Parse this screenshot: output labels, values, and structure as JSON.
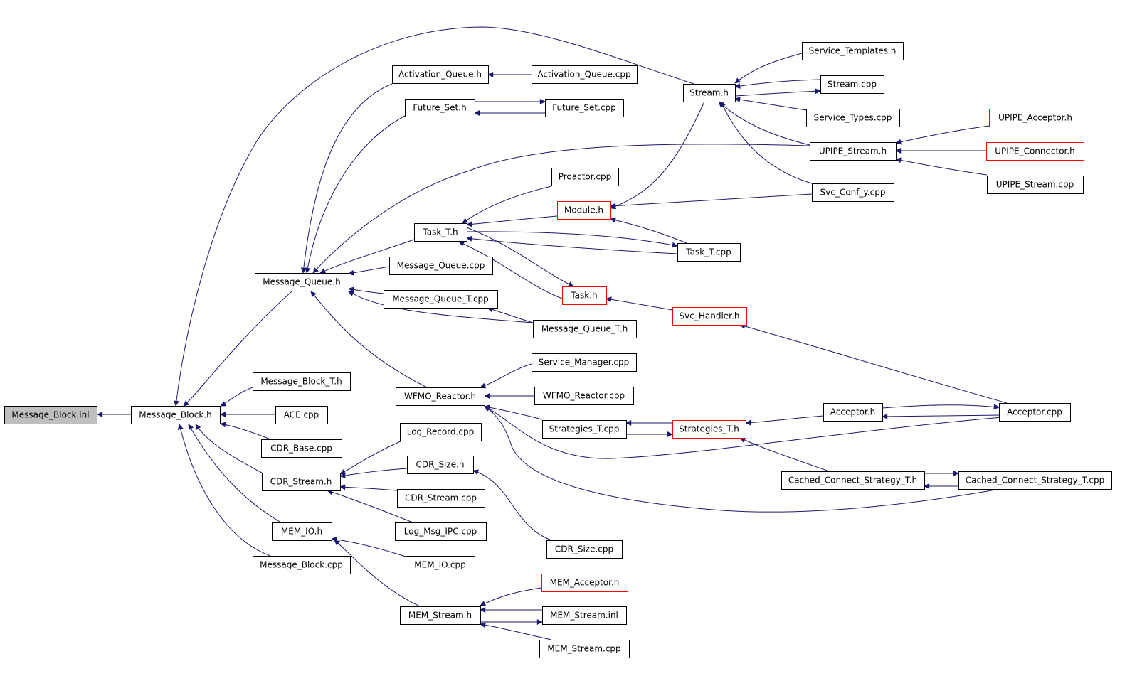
{
  "graph": {
    "colors": {
      "edge": "#191970",
      "node_border": "#000000",
      "node_border_truncated": "#ff0000",
      "node_fill": "#ffffff",
      "root_fill": "#bfbfbf"
    },
    "nodes": [
      {
        "id": "message_block_inl",
        "label": "Message_Block.inl",
        "style": "root"
      },
      {
        "id": "message_block_h",
        "label": "Message_Block.h",
        "style": "normal"
      },
      {
        "id": "message_queue_h",
        "label": "Message_Queue.h",
        "style": "normal"
      },
      {
        "id": "message_block_t_h",
        "label": "Message_Block_T.h",
        "style": "normal"
      },
      {
        "id": "ace_cpp",
        "label": "ACE.cpp",
        "style": "normal"
      },
      {
        "id": "cdr_base_cpp",
        "label": "CDR_Base.cpp",
        "style": "normal"
      },
      {
        "id": "cdr_stream_h",
        "label": "CDR_Stream.h",
        "style": "normal"
      },
      {
        "id": "mem_io_h",
        "label": "MEM_IO.h",
        "style": "normal"
      },
      {
        "id": "message_block_cpp",
        "label": "Message_Block.cpp",
        "style": "normal"
      },
      {
        "id": "activation_queue_h",
        "label": "Activation_Queue.h",
        "style": "normal"
      },
      {
        "id": "future_set_h",
        "label": "Future_Set.h",
        "style": "normal"
      },
      {
        "id": "task_t_h",
        "label": "Task_T.h",
        "style": "normal"
      },
      {
        "id": "message_queue_cpp",
        "label": "Message_Queue.cpp",
        "style": "normal"
      },
      {
        "id": "message_queue_t_cpp",
        "label": "Message_Queue_T.cpp",
        "style": "normal"
      },
      {
        "id": "message_queue_t_h",
        "label": "Message_Queue_T.h",
        "style": "normal"
      },
      {
        "id": "wfmo_reactor_h",
        "label": "WFMO_Reactor.h",
        "style": "normal"
      },
      {
        "id": "log_record_cpp",
        "label": "Log_Record.cpp",
        "style": "normal"
      },
      {
        "id": "cdr_size_h",
        "label": "CDR_Size.h",
        "style": "normal"
      },
      {
        "id": "cdr_stream_cpp",
        "label": "CDR_Stream.cpp",
        "style": "normal"
      },
      {
        "id": "log_msg_ipc_cpp",
        "label": "Log_Msg_IPC.cpp",
        "style": "normal"
      },
      {
        "id": "mem_io_cpp",
        "label": "MEM_IO.cpp",
        "style": "normal"
      },
      {
        "id": "mem_stream_h",
        "label": "MEM_Stream.h",
        "style": "normal"
      },
      {
        "id": "activation_queue_cpp",
        "label": "Activation_Queue.cpp",
        "style": "normal"
      },
      {
        "id": "future_set_cpp",
        "label": "Future_Set.cpp",
        "style": "normal"
      },
      {
        "id": "proactor_cpp",
        "label": "Proactor.cpp",
        "style": "normal"
      },
      {
        "id": "module_h",
        "label": "Module.h",
        "style": "truncated"
      },
      {
        "id": "task_h",
        "label": "Task.h",
        "style": "truncated"
      },
      {
        "id": "service_manager_cpp",
        "label": "Service_Manager.cpp",
        "style": "normal"
      },
      {
        "id": "wfmo_reactor_cpp",
        "label": "WFMO_Reactor.cpp",
        "style": "normal"
      },
      {
        "id": "strategies_t_cpp",
        "label": "Strategies_T.cpp",
        "style": "normal"
      },
      {
        "id": "cdr_size_cpp",
        "label": "CDR_Size.cpp",
        "style": "normal"
      },
      {
        "id": "mem_acceptor_h",
        "label": "MEM_Acceptor.h",
        "style": "truncated"
      },
      {
        "id": "mem_stream_inl",
        "label": "MEM_Stream.inl",
        "style": "normal"
      },
      {
        "id": "mem_stream_cpp",
        "label": "MEM_Stream.cpp",
        "style": "normal"
      },
      {
        "id": "stream_h",
        "label": "Stream.h",
        "style": "normal"
      },
      {
        "id": "task_t_cpp",
        "label": "Task_T.cpp",
        "style": "normal"
      },
      {
        "id": "svc_handler_h",
        "label": "Svc_Handler.h",
        "style": "truncated"
      },
      {
        "id": "strategies_t_h",
        "label": "Strategies_T.h",
        "style": "truncated"
      },
      {
        "id": "service_templates_h",
        "label": "Service_Templates.h",
        "style": "normal"
      },
      {
        "id": "stream_cpp",
        "label": "Stream.cpp",
        "style": "normal"
      },
      {
        "id": "service_types_cpp",
        "label": "Service_Types.cpp",
        "style": "normal"
      },
      {
        "id": "upipe_stream_h",
        "label": "UPIPE_Stream.h",
        "style": "normal"
      },
      {
        "id": "svc_conf_y_cpp",
        "label": "Svc_Conf_y.cpp",
        "style": "normal"
      },
      {
        "id": "acceptor_h",
        "label": "Acceptor.h",
        "style": "normal"
      },
      {
        "id": "cached_connect_strategy_t_h",
        "label": "Cached_Connect_Strategy_T.h",
        "style": "normal"
      },
      {
        "id": "upipe_acceptor_h",
        "label": "UPIPE_Acceptor.h",
        "style": "truncated"
      },
      {
        "id": "upipe_connector_h",
        "label": "UPIPE_Connector.h",
        "style": "truncated"
      },
      {
        "id": "upipe_stream_cpp",
        "label": "UPIPE_Stream.cpp",
        "style": "normal"
      },
      {
        "id": "acceptor_cpp",
        "label": "Acceptor.cpp",
        "style": "normal"
      },
      {
        "id": "cached_connect_strategy_t_cpp",
        "label": "Cached_Connect_Strategy_T.cpp",
        "style": "normal"
      }
    ],
    "edges": [
      {
        "from": "message_block_h",
        "to": "message_block_inl"
      },
      {
        "from": "message_queue_h",
        "to": "message_block_h"
      },
      {
        "from": "message_block_t_h",
        "to": "message_block_h"
      },
      {
        "from": "ace_cpp",
        "to": "message_block_h"
      },
      {
        "from": "cdr_base_cpp",
        "to": "message_block_h"
      },
      {
        "from": "cdr_stream_h",
        "to": "message_block_h"
      },
      {
        "from": "mem_io_h",
        "to": "message_block_h"
      },
      {
        "from": "message_block_cpp",
        "to": "message_block_h"
      },
      {
        "from": "stream_h",
        "to": "message_block_h"
      },
      {
        "from": "activation_queue_h",
        "to": "message_queue_h"
      },
      {
        "from": "future_set_h",
        "to": "message_queue_h"
      },
      {
        "from": "task_t_h",
        "to": "message_queue_h"
      },
      {
        "from": "upipe_stream_h",
        "to": "message_queue_h"
      },
      {
        "from": "message_queue_cpp",
        "to": "message_queue_h"
      },
      {
        "from": "message_queue_t_cpp",
        "to": "message_queue_h"
      },
      {
        "from": "message_queue_t_h",
        "to": "message_queue_h"
      },
      {
        "from": "wfmo_reactor_h",
        "to": "message_queue_h"
      },
      {
        "from": "activation_queue_cpp",
        "to": "activation_queue_h"
      },
      {
        "from": "future_set_cpp",
        "to": "future_set_h"
      },
      {
        "from": "future_set_h",
        "to": "future_set_cpp"
      },
      {
        "from": "proactor_cpp",
        "to": "task_t_h"
      },
      {
        "from": "module_h",
        "to": "task_t_h"
      },
      {
        "from": "task_t_cpp",
        "to": "task_t_h"
      },
      {
        "from": "task_t_h",
        "to": "task_t_cpp"
      },
      {
        "from": "task_h",
        "to": "task_t_h"
      },
      {
        "from": "task_t_h",
        "to": "task_h"
      },
      {
        "from": "message_queue_t_h",
        "to": "message_queue_t_cpp"
      },
      {
        "from": "svc_handler_h",
        "to": "task_h"
      },
      {
        "from": "stream_h",
        "to": "module_h"
      },
      {
        "from": "svc_conf_y_cpp",
        "to": "module_h"
      },
      {
        "from": "task_t_cpp",
        "to": "module_h"
      },
      {
        "from": "service_templates_h",
        "to": "stream_h"
      },
      {
        "from": "stream_cpp",
        "to": "stream_h"
      },
      {
        "from": "stream_h",
        "to": "stream_cpp"
      },
      {
        "from": "service_types_cpp",
        "to": "stream_h"
      },
      {
        "from": "upipe_stream_h",
        "to": "stream_h"
      },
      {
        "from": "svc_conf_y_cpp",
        "to": "stream_h"
      },
      {
        "from": "upipe_acceptor_h",
        "to": "upipe_stream_h"
      },
      {
        "from": "upipe_connector_h",
        "to": "upipe_stream_h"
      },
      {
        "from": "upipe_stream_cpp",
        "to": "upipe_stream_h"
      },
      {
        "from": "acceptor_cpp",
        "to": "svc_handler_h"
      },
      {
        "from": "service_manager_cpp",
        "to": "wfmo_reactor_h"
      },
      {
        "from": "wfmo_reactor_cpp",
        "to": "wfmo_reactor_h"
      },
      {
        "from": "strategies_t_cpp",
        "to": "wfmo_reactor_h"
      },
      {
        "from": "acceptor_cpp",
        "to": "wfmo_reactor_h"
      },
      {
        "from": "cached_connect_strategy_t_cpp",
        "to": "wfmo_reactor_h"
      },
      {
        "from": "strategies_t_h",
        "to": "strategies_t_cpp"
      },
      {
        "from": "strategies_t_cpp",
        "to": "strategies_t_h"
      },
      {
        "from": "acceptor_h",
        "to": "strategies_t_h"
      },
      {
        "from": "cached_connect_strategy_t_h",
        "to": "strategies_t_h"
      },
      {
        "from": "acceptor_cpp",
        "to": "acceptor_h"
      },
      {
        "from": "acceptor_h",
        "to": "acceptor_cpp"
      },
      {
        "from": "cached_connect_strategy_t_cpp",
        "to": "cached_connect_strategy_t_h"
      },
      {
        "from": "cached_connect_strategy_t_h",
        "to": "cached_connect_strategy_t_cpp"
      },
      {
        "from": "log_record_cpp",
        "to": "cdr_stream_h"
      },
      {
        "from": "cdr_size_h",
        "to": "cdr_stream_h"
      },
      {
        "from": "cdr_stream_cpp",
        "to": "cdr_stream_h"
      },
      {
        "from": "log_msg_ipc_cpp",
        "to": "cdr_stream_h"
      },
      {
        "from": "cdr_size_cpp",
        "to": "cdr_size_h"
      },
      {
        "from": "mem_io_cpp",
        "to": "mem_io_h"
      },
      {
        "from": "mem_stream_h",
        "to": "mem_io_h"
      },
      {
        "from": "mem_acceptor_h",
        "to": "mem_stream_h"
      },
      {
        "from": "mem_stream_inl",
        "to": "mem_stream_h"
      },
      {
        "from": "mem_stream_h",
        "to": "mem_stream_inl"
      },
      {
        "from": "mem_stream_cpp",
        "to": "mem_stream_h"
      }
    ]
  }
}
